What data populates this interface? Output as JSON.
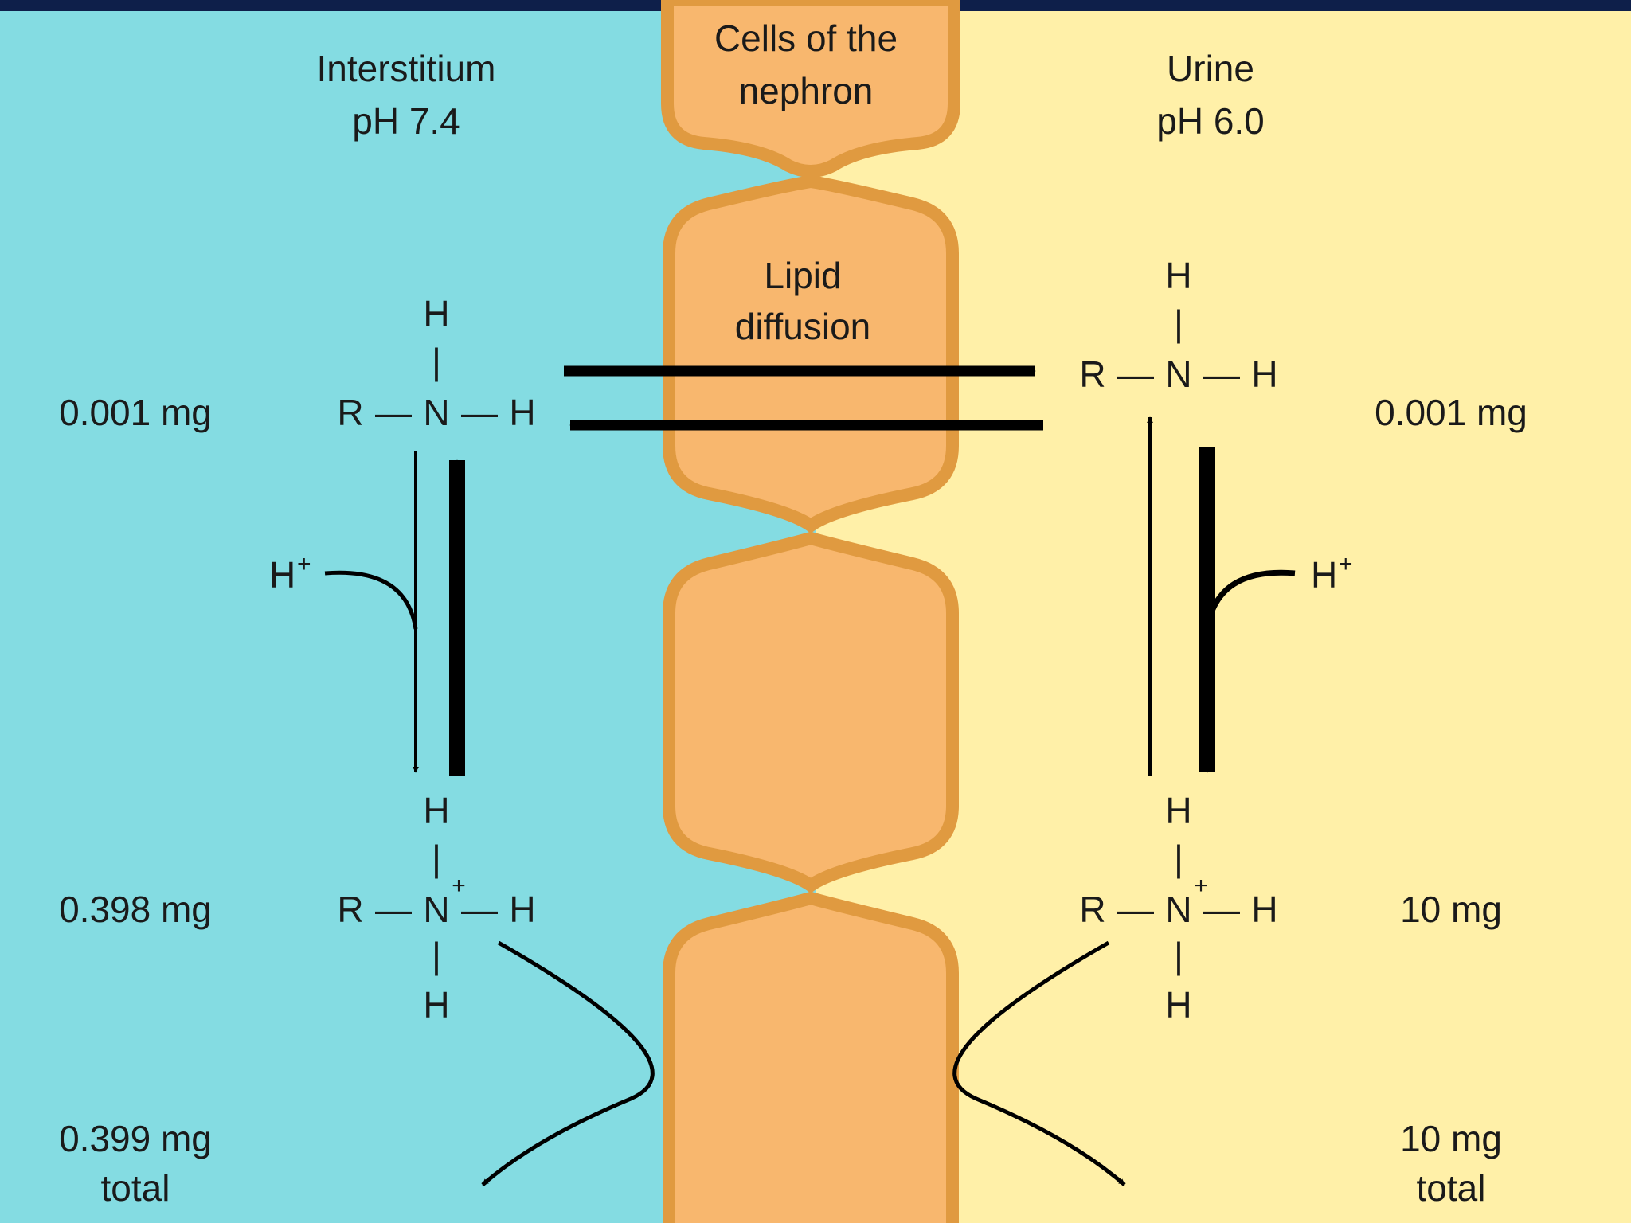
{
  "colors": {
    "top_bar": "#0e1f4a",
    "interstitium_bg": "#84dce2",
    "urine_bg": "#fff0a8",
    "cell_fill": "#f8b76e",
    "cell_outline": "#e09a40",
    "arrow": "#000000"
  },
  "header": {
    "interstitium_line1": "Interstitium",
    "interstitium_line2": "pH 7.4",
    "cells_line1": "Cells of the",
    "cells_line2": "nephron",
    "urine_line1": "Urine",
    "urine_line2": "pH 6.0"
  },
  "membrane": {
    "lipid_line1": "Lipid",
    "lipid_line2": "diffusion"
  },
  "atoms": {
    "h": "H",
    "r": "R",
    "n": "N",
    "plus": "+",
    "bond_v": "|",
    "bond_h": "—"
  },
  "interstitium": {
    "free_base_amount": "0.001 mg",
    "ionized_amount": "0.398 mg",
    "total_amount": "0.399 mg",
    "total_label": "total",
    "proton": "H",
    "proton_charge": "+"
  },
  "urine": {
    "free_base_amount": "0.001 mg",
    "ionized_amount": "10 mg",
    "total_amount": "10 mg",
    "total_label": "total",
    "proton": "H",
    "proton_charge": "+"
  }
}
